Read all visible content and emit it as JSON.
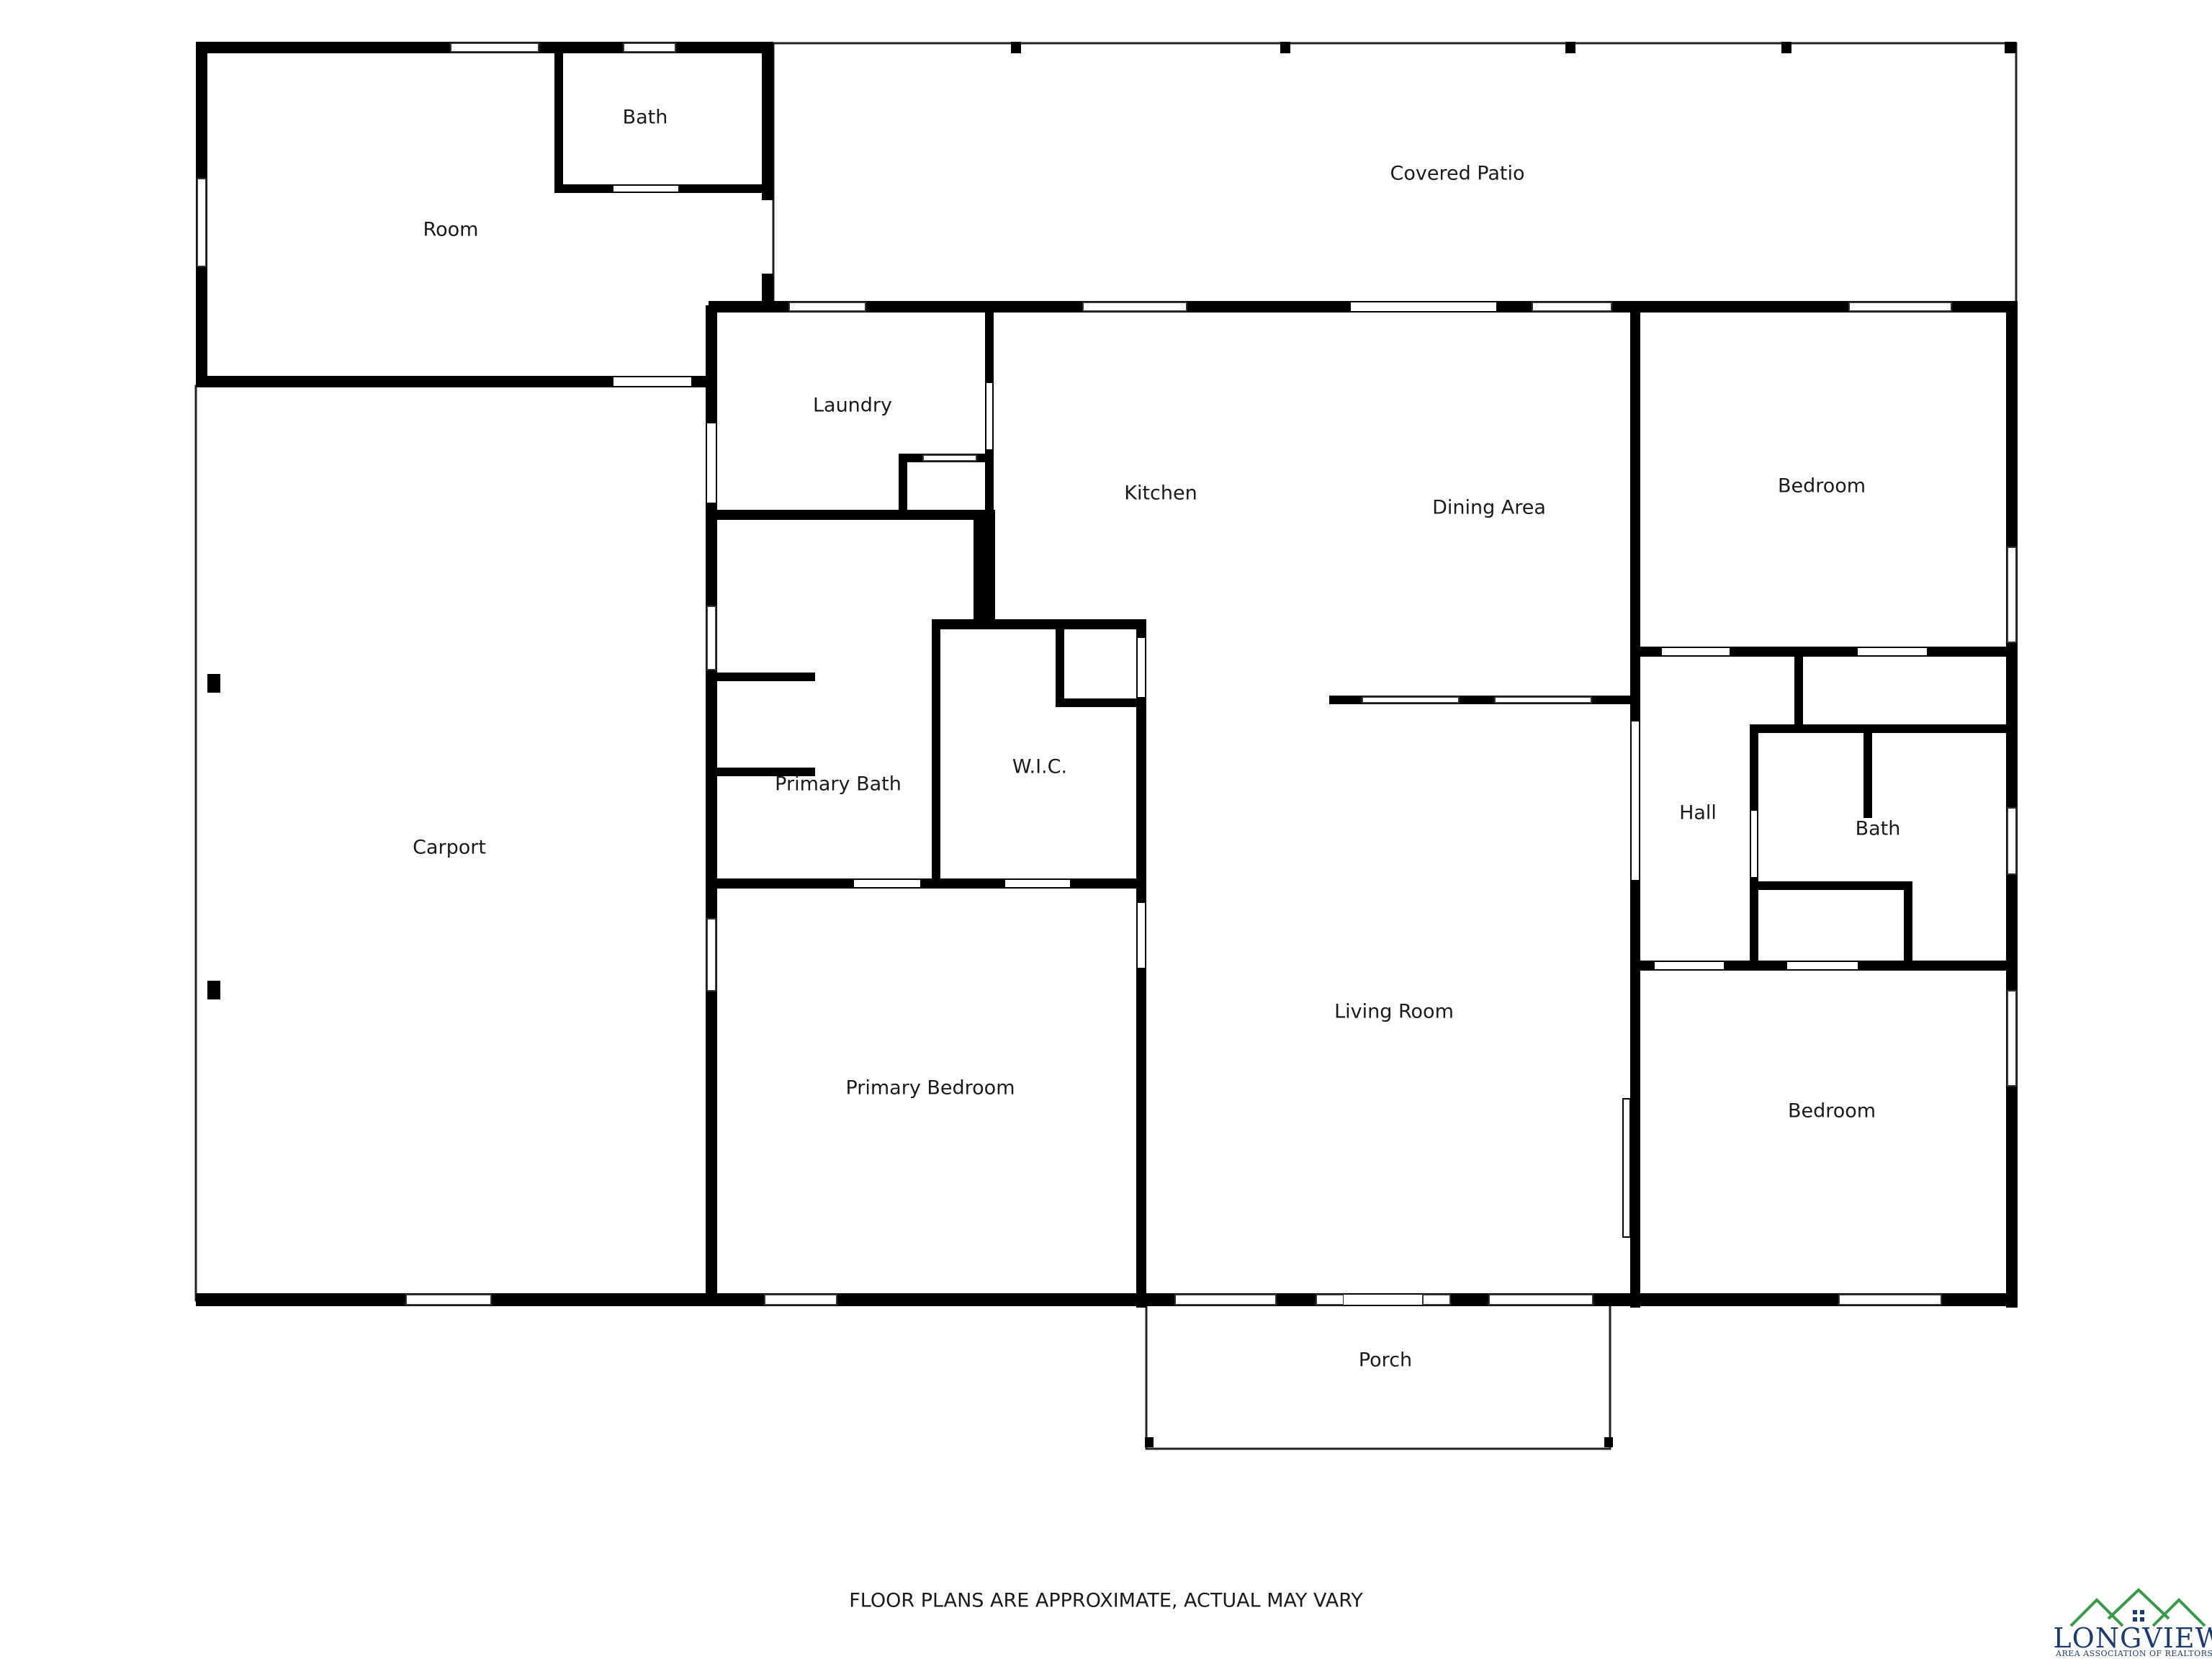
{
  "rooms": {
    "room": "Room",
    "bath_upper": "Bath",
    "covered_patio": "Covered Patio",
    "laundry": "Laundry",
    "kitchen": "Kitchen",
    "dining_area": "Dining Area",
    "bedroom_upper": "Bedroom",
    "carport": "Carport",
    "primary_bath": "Primary Bath",
    "wic": "W.I.C.",
    "hall": "Hall",
    "bath_right": "Bath",
    "living_room": "Living Room",
    "primary_bedroom": "Primary Bedroom",
    "bedroom_lower": "Bedroom",
    "porch": "Porch"
  },
  "footer": {
    "disclaimer": "FLOOR PLANS ARE APPROXIMATE, ACTUAL MAY VARY"
  },
  "logo": {
    "name": "LONGVIEW",
    "tagline": "AREA ASSOCIATION OF REALTORS®",
    "colors": {
      "text": "#1d3c6e",
      "roof": "#3b9a4a"
    }
  },
  "colors": {
    "wall": "#000000",
    "thin_line": "#222222",
    "window": "#ffffff",
    "background": "#ffffff"
  }
}
